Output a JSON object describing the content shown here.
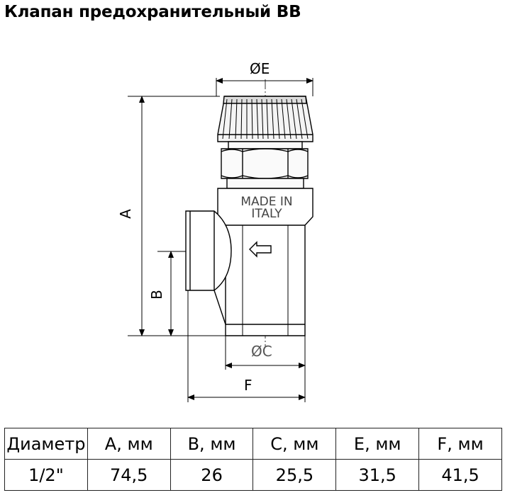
{
  "title": "Клапан предохранительный ВВ",
  "drawing": {
    "labels": {
      "dim_e": "ØE",
      "dim_a": "A",
      "dim_b": "B",
      "dim_c": "ØC",
      "dim_f": "F",
      "stamp_line1": "MADE IN",
      "stamp_line2": "ITALY"
    }
  },
  "table": {
    "headers": [
      "Диаметр",
      "A, мм",
      "B, мм",
      "C, мм",
      "E, мм",
      "F, мм"
    ],
    "rows": [
      [
        "1/2\"",
        "74,5",
        "26",
        "25,5",
        "31,5",
        "41,5"
      ]
    ]
  }
}
